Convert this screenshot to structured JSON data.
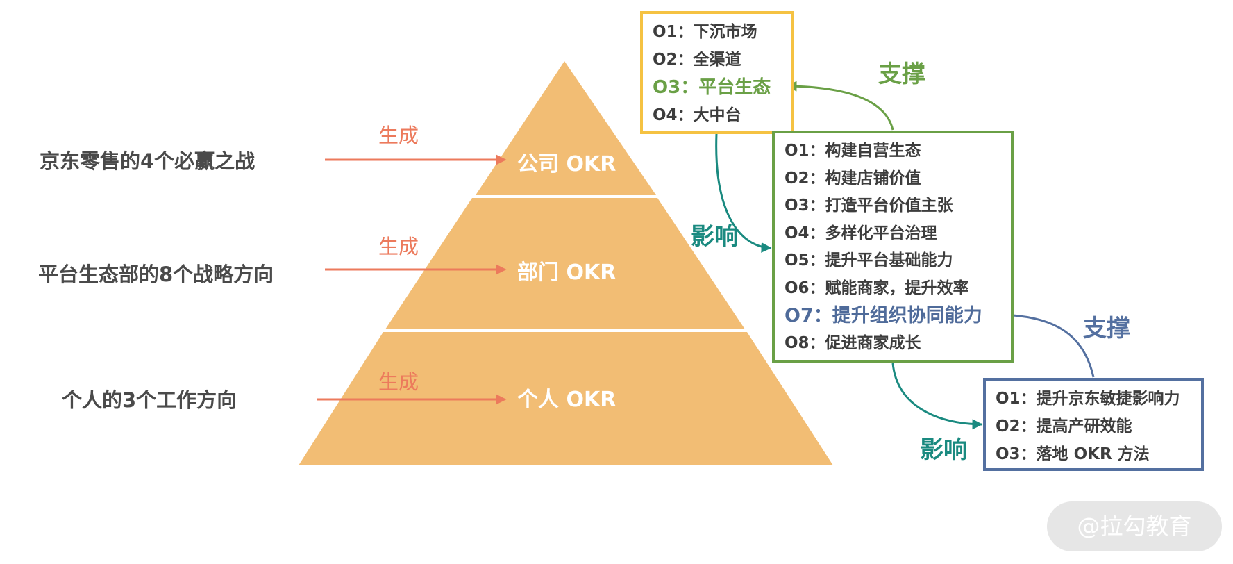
{
  "left_labels": {
    "company_source": "京东零售的4个必赢之战",
    "dept_source": "平台生态部的8个战略方向",
    "person_source": "个人的3个工作方向"
  },
  "arrow_labels": {
    "generate_1": "生成",
    "generate_2": "生成",
    "generate_3": "生成"
  },
  "pyramid": {
    "top": "公司 OKR",
    "middle": "部门 OKR",
    "bottom": "个人 OKR"
  },
  "company_box": {
    "items": [
      "O1：下沉市场",
      "O2：全渠道",
      "O3：平台生态",
      "O4：大中台"
    ]
  },
  "dept_box": {
    "items": [
      "O1：构建自营生态",
      "O2：构建店铺价值",
      "O3：打造平台价值主张",
      "O4：多样化平台治理",
      "O5：提升平台基础能力",
      "O6：赋能商家，提升效率",
      "O7：提升组织协同能力",
      "O8：促进商家成长"
    ]
  },
  "person_box": {
    "items": [
      "O1：提升京东敏捷影响力",
      "O2：提高产研效能",
      "O3：落地 OKR 方法"
    ]
  },
  "relations": {
    "support_top": "支撑",
    "influence_top": "影响",
    "support_bottom": "支撑",
    "influence_bottom": "影响"
  },
  "watermark": "@拉勾教育",
  "colors": {
    "pyramid_fill": "#f2bd74",
    "generate_arrow": "#ec7a5c",
    "support_green": "#6aa046",
    "influence_teal": "#1a8a80",
    "support_blue": "#5470a0",
    "company_border": "#f5c242"
  }
}
